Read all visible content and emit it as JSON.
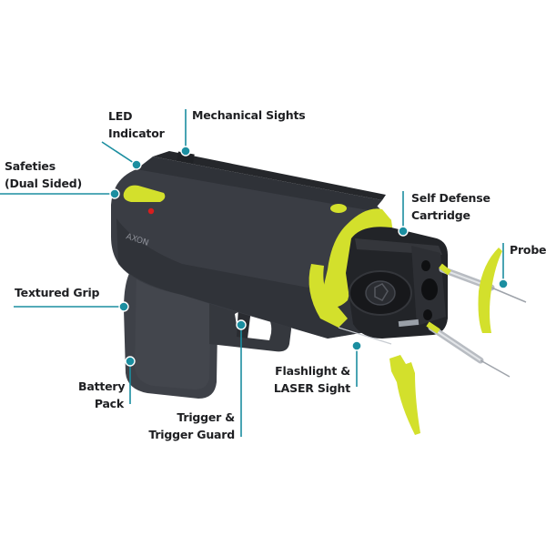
{
  "diagram": {
    "title": "",
    "subject": "Conducted energy device (taser pistol) with exploded cartridge and probes",
    "brand_marking": "AXON",
    "colors": {
      "background": "#ffffff",
      "body": "#3a3d44",
      "body_dark": "#2a2c31",
      "accent": "#d3e02c",
      "callout": "#1b8ea0",
      "led": "#d81e1e",
      "text": "#1e1f22"
    },
    "callouts": [
      {
        "id": "led-indicator",
        "lines": [
          "LED",
          "Indicator"
        ]
      },
      {
        "id": "mechanical-sights",
        "lines": [
          "Mechanical Sights"
        ]
      },
      {
        "id": "safeties",
        "lines": [
          "Safeties",
          "(Dual Sided)"
        ]
      },
      {
        "id": "self-defense-cartridge",
        "lines": [
          "Self Defense",
          "Cartridge"
        ]
      },
      {
        "id": "probe",
        "lines": [
          "Probe"
        ]
      },
      {
        "id": "textured-grip",
        "lines": [
          "Textured Grip"
        ]
      },
      {
        "id": "battery-pack",
        "lines": [
          "Battery",
          "Pack"
        ]
      },
      {
        "id": "trigger-guard",
        "lines": [
          "Trigger &",
          "Trigger Guard"
        ]
      },
      {
        "id": "flashlight-laser",
        "lines": [
          "Flashlight &",
          "LASER Sight"
        ]
      }
    ]
  }
}
